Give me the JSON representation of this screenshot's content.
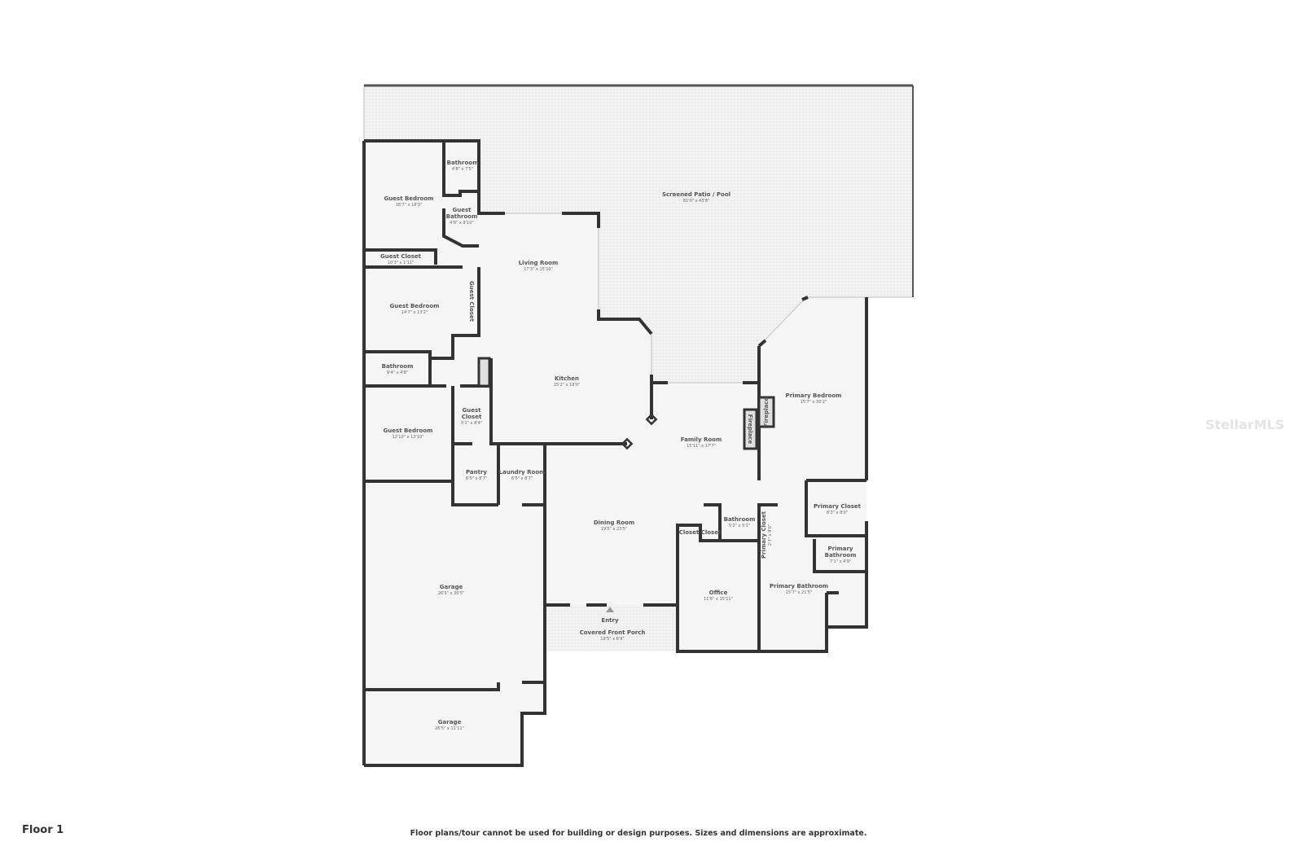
{
  "floor_label": "Floor 1",
  "disclaimer": "Floor plans/tour cannot be used for building or design purposes. Sizes and dimensions are approximate.",
  "watermark": "StellarMLS",
  "colors": {
    "wall": "#333333",
    "floor": "#f5f5f5",
    "patio": "#ededed"
  },
  "rooms": {
    "patio": {
      "name": "Screened Patio / Pool",
      "dim": "81'0\" x 43'8\""
    },
    "bath1": {
      "name": "Bathroom",
      "dim": "4'8\" x 7'5\""
    },
    "guest_bed1": {
      "name": "Guest Bedroom",
      "dim": "16'7\" x 18'3\""
    },
    "guest_bath": {
      "name1": "Guest",
      "name2": "Bathroom",
      "dim": "4'8\" x 8'10\""
    },
    "guest_closet1": {
      "name": "Guest Closet",
      "dim": "10'3\" x 1'11\""
    },
    "living": {
      "name": "Living Room",
      "dim": "17'3\" x 15'10\""
    },
    "guest_bed2": {
      "name": "Guest Bedroom",
      "dim": "14'7\" x 13'2\""
    },
    "guest_closet2": {
      "name": "Guest Closet"
    },
    "bath2": {
      "name": "Bathroom",
      "dim": "9'4\" x 4'8\""
    },
    "kitchen": {
      "name": "Kitchen",
      "dim": "25'2\" x 18'0\""
    },
    "guest_closet3": {
      "name1": "Guest",
      "name2": "Closet",
      "dim": "5'1\" x 8'4\""
    },
    "guest_bed3": {
      "name": "Guest Bedroom",
      "dim": "12'10\" x 13'10\""
    },
    "pantry": {
      "name": "Pantry",
      "dim": "6'5\" x 8'7\""
    },
    "laundry": {
      "name": "Laundry Room",
      "dim": "6'5\" x 8'7\""
    },
    "family": {
      "name": "Family Room",
      "dim": "15'11\" x 17'7\""
    },
    "primary_bed": {
      "name": "Primary Bedroom",
      "dim": "15'7\" x 30'2\""
    },
    "fireplace1": {
      "name": "Fireplace"
    },
    "fireplace2": {
      "name": "Fireplace"
    },
    "primary_closet1": {
      "name": "Primary Closet",
      "dim": "8'3\" x 8'0\""
    },
    "bath3": {
      "name": "Bathroom",
      "dim": "5'2\" x 5'1\""
    },
    "closet1": {
      "name": "Closet"
    },
    "closet2": {
      "name": "Closet"
    },
    "primary_closet2": {
      "name": "Primary Closet",
      "dim": "2'3\" x 9'0\""
    },
    "primary_bath_small": {
      "name1": "Primary",
      "name2": "Bathroom",
      "dim": "7'1\" x 4'9\""
    },
    "dining": {
      "name": "Dining Room",
      "dim": "19'5\" x 23'5\""
    },
    "office": {
      "name": "Office",
      "dim": "11'6\" x 15'11\""
    },
    "primary_bath": {
      "name": "Primary Bathroom",
      "dim": "15'7\" x 21'5\""
    },
    "entry": {
      "name": "Entry"
    },
    "porch": {
      "name": "Covered Front Porch",
      "dim": "19'5\" x 6'9\""
    },
    "garage1": {
      "name": "Garage",
      "dim": "26'5\" x 30'5\""
    },
    "garage2": {
      "name": "Garage",
      "dim": "26'5\" x 11'11\""
    }
  }
}
